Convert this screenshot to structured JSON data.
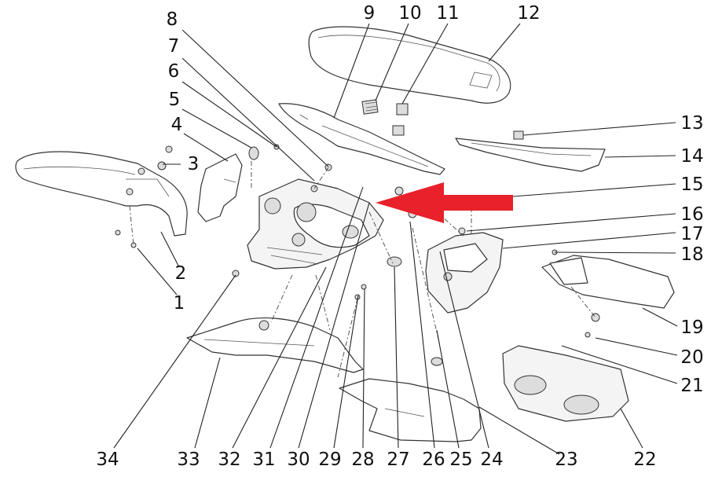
{
  "diagram": {
    "labels": [
      "1",
      "2",
      "3",
      "4",
      "5",
      "6",
      "7",
      "8",
      "9",
      "10",
      "11",
      "12",
      "13",
      "14",
      "15",
      "16",
      "17",
      "18",
      "19",
      "20",
      "21",
      "22",
      "23",
      "24",
      "25",
      "26",
      "27",
      "28",
      "29",
      "30",
      "31",
      "32",
      "33",
      "34"
    ],
    "highlight": {
      "color": "#e8212a",
      "target": "15"
    }
  }
}
